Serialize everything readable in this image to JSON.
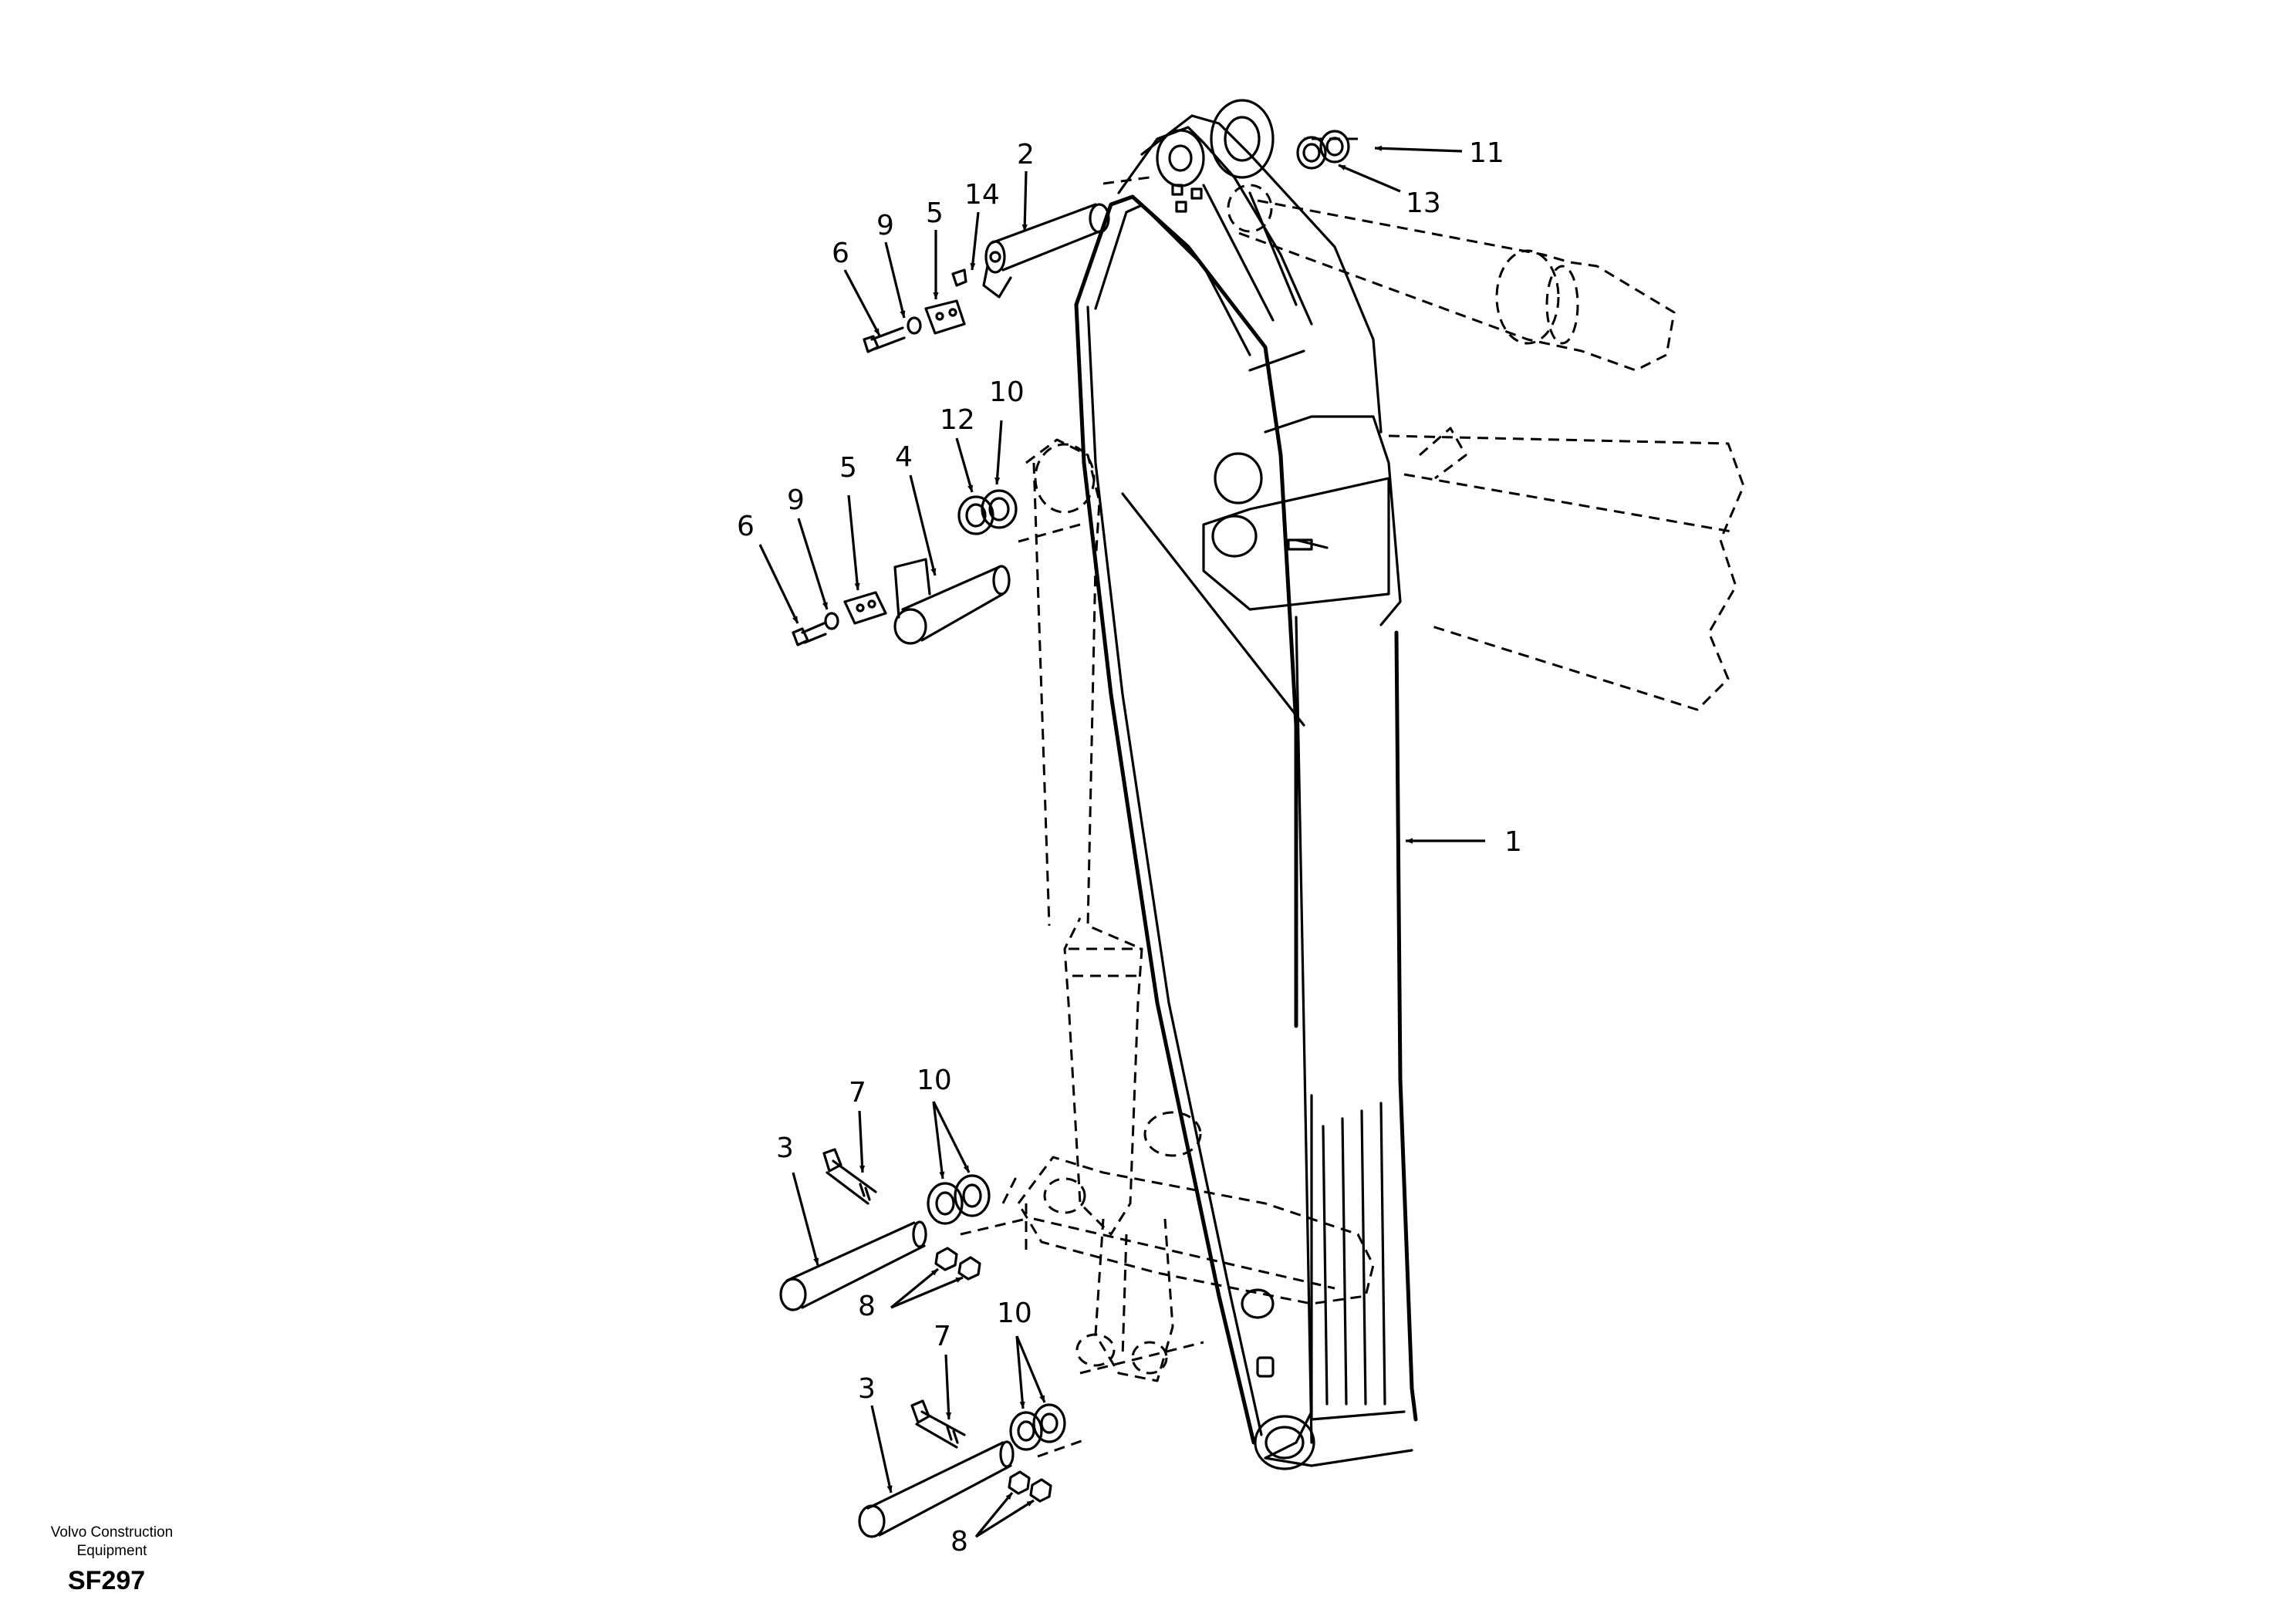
{
  "drawing": {
    "manufacturer_line1": "Volvo Construction",
    "manufacturer_line2": "Equipment",
    "code": "SF297"
  },
  "callouts": {
    "arm": "1",
    "pin_top": "2",
    "pin_lower_a": "3",
    "pin_lower_b": "3",
    "pin_mid": "4",
    "plate_top": "5",
    "plate_mid": "5",
    "bolt_top": "6",
    "bolt_mid": "6",
    "bolt_lower_a": "7",
    "bolt_lower_b": "7",
    "nut_lower_a": "8",
    "nut_lower_b": "8",
    "washer_top": "9",
    "washer_mid": "9",
    "shim_mid": "10",
    "shim_lower_a": "10",
    "shim_lower_b": "10",
    "shim_top_right": "11",
    "shim_mid_12": "12",
    "shim_top_13": "13",
    "grease_nipple": "14"
  }
}
